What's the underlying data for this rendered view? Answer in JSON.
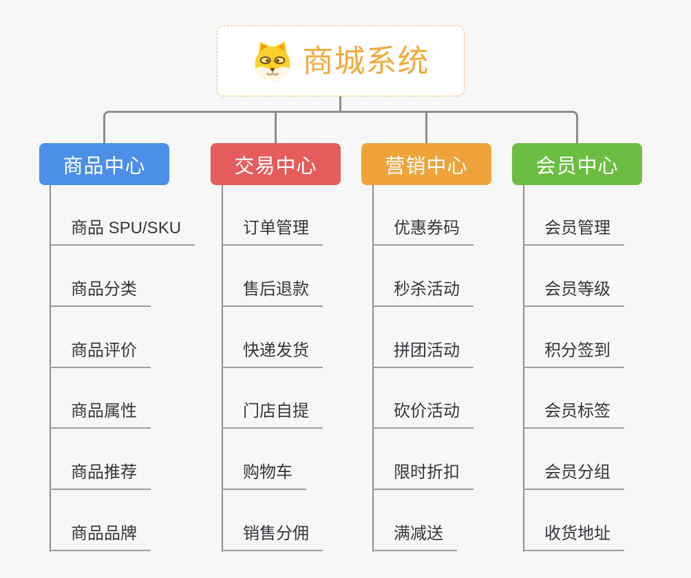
{
  "root": {
    "title": "商城系统",
    "icon": "dog-face-icon"
  },
  "branches": [
    {
      "label": "商品中心",
      "color": "#4b8fe8",
      "items": [
        "商品 SPU/SKU",
        "商品分类",
        "商品评价",
        "商品属性",
        "商品推荐",
        "商品品牌"
      ]
    },
    {
      "label": "交易中心",
      "color": "#e45c5c",
      "items": [
        "订单管理",
        "售后退款",
        "快递发货",
        "门店自提",
        "购物车",
        "销售分佣"
      ]
    },
    {
      "label": "营销中心",
      "color": "#eea43b",
      "items": [
        "优惠券码",
        "秒杀活动",
        "拼团活动",
        "砍价活动",
        "限时折扣",
        "满减送"
      ]
    },
    {
      "label": "会员中心",
      "color": "#6cbe43",
      "items": [
        "会员管理",
        "会员等级",
        "积分签到",
        "会员标签",
        "会员分组",
        "收货地址"
      ]
    }
  ],
  "colors": {
    "root_title": "#f0a93c",
    "root_border": "#f3bb66",
    "connector": "#8c8c8c",
    "underline": "#9c9c9c",
    "item_text": "#33363b",
    "background": "#f7f7f7"
  }
}
